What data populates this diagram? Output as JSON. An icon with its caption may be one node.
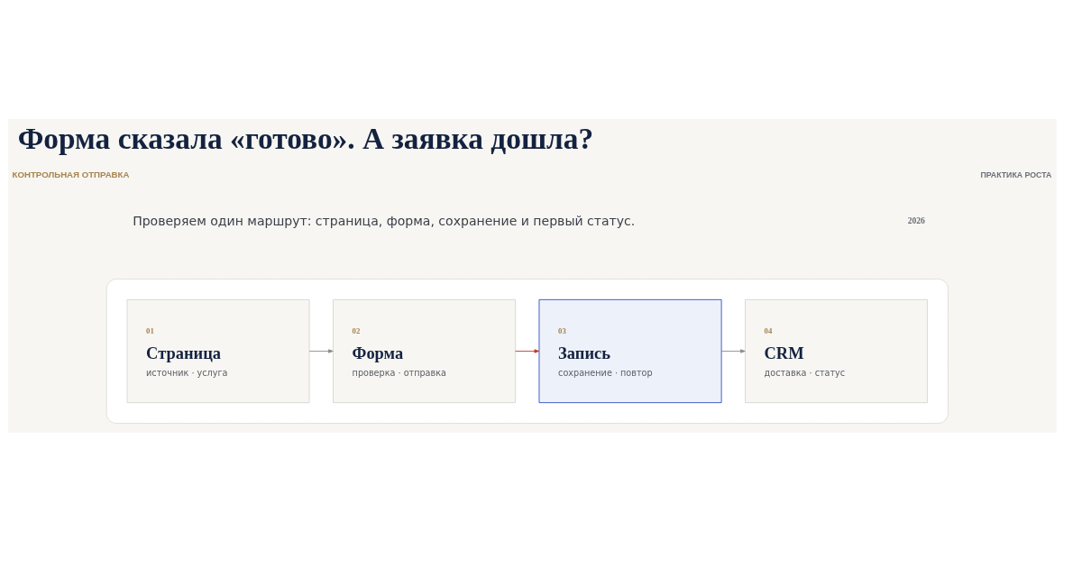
{
  "diagram": {
    "title": "Форма сказала «готово». А заявка дошла?",
    "nodes": [
      {
        "text": [],
        "shape": "box"
      },
      {
        "text": [
          "01",
          "Страница",
          "источник · услуга"
        ],
        "in": 0
      },
      {
        "text": [
          "02",
          "Форма",
          "проверка · отправка"
        ],
        "in": 0
      },
      {
        "text": [
          "03",
          "Запись",
          "сохранение · повтор"
        ],
        "in": 0
      },
      {
        "text": [
          "04",
          "CRM",
          "доставка · статус"
        ],
        "in": 0
      }
    ],
    "edges": [
      {
        "from": 1,
        "to": 2,
        "arrow": "to"
      },
      {
        "from": 2,
        "to": 3,
        "arrow": "to",
        "color": "#c0392b"
      },
      {
        "from": 3,
        "to": 4,
        "arrow": "to"
      }
    ],
    "labels": [
      "КОНТРОЛЬНАЯ ОТПРАВКА",
      "Проверяем один маршрут: страница, форма, сохранение и первый статус.",
      "ПРАКТИКА РОСТА",
      "2026"
    ]
  }
}
